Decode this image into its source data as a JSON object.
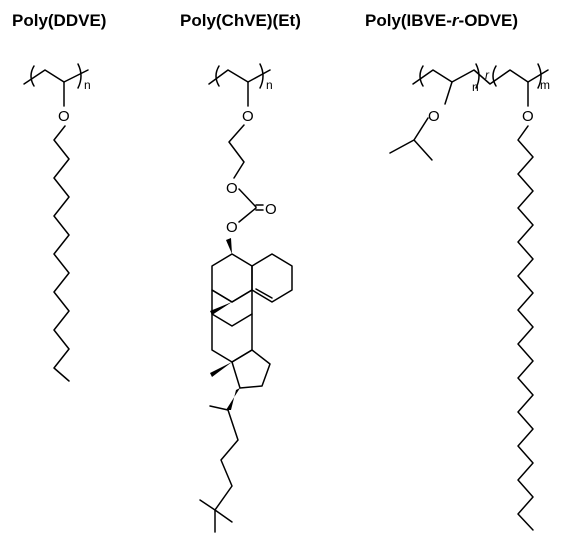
{
  "structures": [
    {
      "title_parts": [
        {
          "text": "Poly(DDVE)",
          "italic": false
        }
      ],
      "atoms": [
        "O"
      ],
      "subscripts": [
        "n"
      ]
    },
    {
      "title_parts": [
        {
          "text": "Poly(ChVE)(Et)",
          "italic": false
        }
      ],
      "atoms": [
        "O",
        "O",
        "O",
        "O"
      ],
      "subscripts": [
        "n"
      ]
    },
    {
      "title_parts": [
        {
          "text": "Poly(IBVE-",
          "italic": false
        },
        {
          "text": "r",
          "italic": true
        },
        {
          "text": "-ODVE)",
          "italic": false
        }
      ],
      "atoms": [
        "O",
        "O"
      ],
      "subscripts": [
        "n",
        "r",
        "m"
      ]
    }
  ]
}
